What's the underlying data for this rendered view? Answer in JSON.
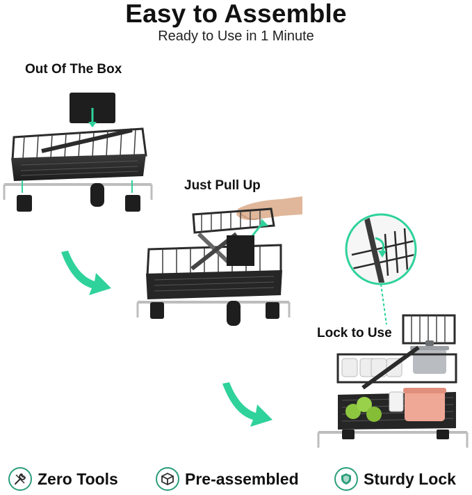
{
  "header": {
    "title": "Easy to Assemble",
    "subtitle": "Ready to Use in 1 Minute"
  },
  "steps": [
    {
      "label": "Out Of The Box"
    },
    {
      "label": "Just Pull Up"
    },
    {
      "label": "Lock to Use"
    }
  ],
  "features": [
    {
      "label": "Zero Tools",
      "icon": "wrench-icon"
    },
    {
      "label": "Pre-assembled",
      "icon": "box-icon"
    },
    {
      "label": "Sturdy Lock",
      "icon": "shield-icon"
    }
  ],
  "colors": {
    "accent": "#2fd29a",
    "icon_ring": "#2a9d7a",
    "rack": "#2b2b2b"
  }
}
